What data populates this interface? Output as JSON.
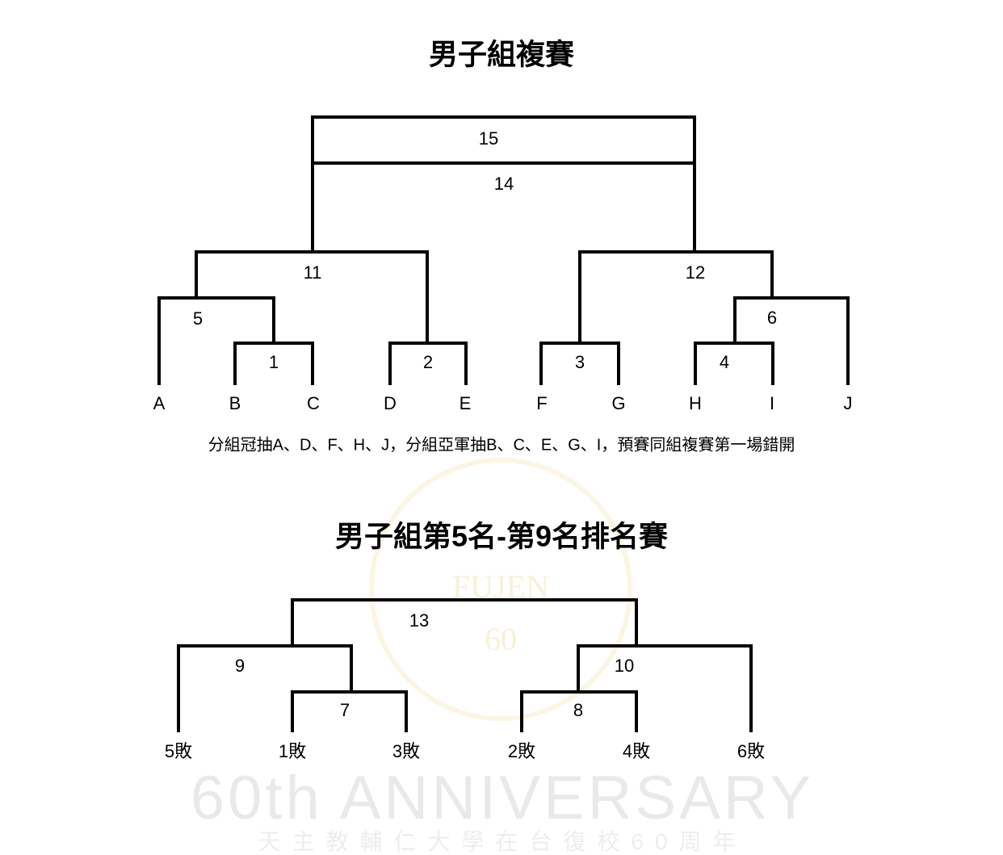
{
  "main_bracket": {
    "title": "男子組複賽",
    "match_labels": {
      "m15": "15",
      "m14": "14",
      "m11": "11",
      "m12": "12",
      "m5": "5",
      "m6": "6",
      "m1": "1",
      "m2": "2",
      "m3": "3",
      "m4": "4"
    },
    "teams": [
      "A",
      "B",
      "C",
      "D",
      "E",
      "F",
      "G",
      "H",
      "I",
      "J"
    ],
    "note": "分組冠抽A、D、F、H、J，分組亞軍抽B、C、E、G、I，預賽同組複賽第一場錯開"
  },
  "placement_bracket": {
    "title": "男子組第5名-第9名排名賽",
    "match_labels": {
      "m13": "13",
      "m9": "9",
      "m10": "10",
      "m7": "7",
      "m8": "8"
    },
    "entrants": [
      "5敗",
      "1敗",
      "3敗",
      "2敗",
      "4敗",
      "6敗"
    ]
  },
  "watermark": {
    "logo_text": "FUJEN",
    "logo_number": "60",
    "anniversary": "60th ANNIVERSARY",
    "subtitle": "天主教輔仁大學在台復校60周年"
  }
}
